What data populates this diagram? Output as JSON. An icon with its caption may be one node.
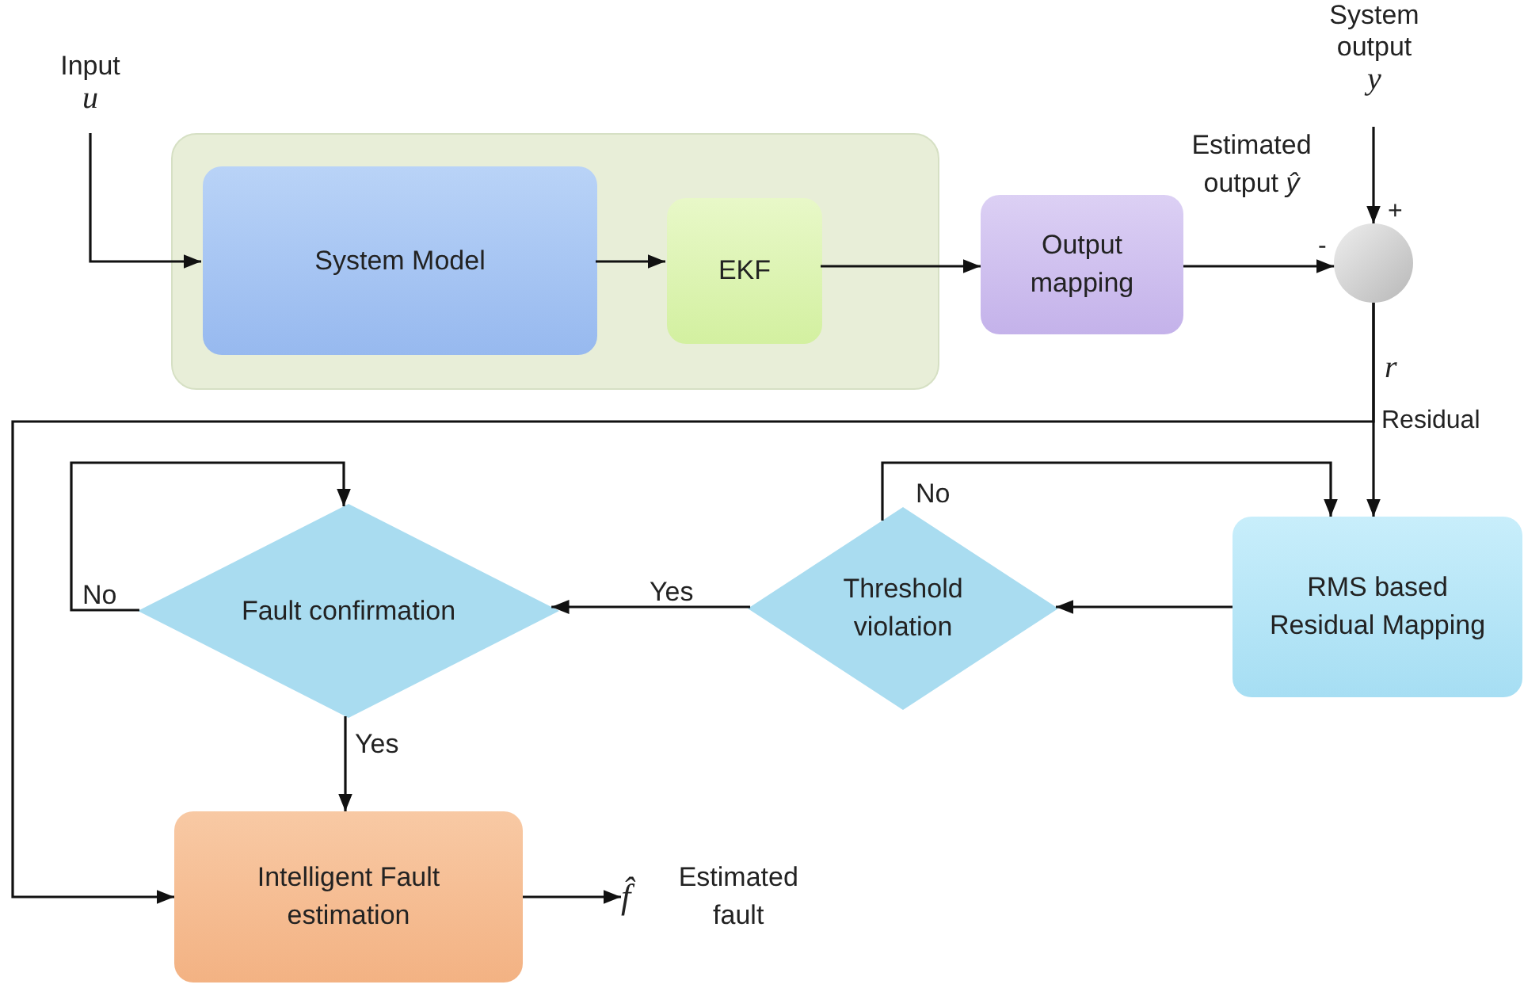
{
  "diagram": {
    "nodes": [
      {
        "text": [
          "Input",
          "u"
        ]
      },
      {
        "text": [],
        "shape": "box"
      },
      {
        "text": [
          "System Model"
        ],
        "in": 1
      },
      {
        "text": [
          "EKF"
        ],
        "in": 1
      },
      {
        "text": [
          "Output mapping"
        ]
      },
      {
        "text": [
          "System output",
          "y"
        ]
      },
      {
        "text": [],
        "shape": "circle"
      },
      {
        "text": [
          "RMS based Residual Mapping"
        ]
      },
      {
        "text": [
          "Threshold violation"
        ]
      },
      {
        "text": [
          "Fault confirmation"
        ]
      },
      {
        "text": [
          "Intelligent Fault estimation"
        ]
      },
      {
        "text": [
          "f̂",
          "Estimated fault"
        ]
      }
    ],
    "edges": [
      {
        "from": 0,
        "to": 2,
        "arrow": "to"
      },
      {
        "from": 2,
        "to": 3,
        "arrow": "to"
      },
      {
        "from": 3,
        "to": 4,
        "arrow": "to"
      },
      {
        "from": 4,
        "to": 6,
        "arrow": "to",
        "label": "Estimated output *ŷ*"
      },
      {
        "from": 5,
        "to": 6,
        "arrow": "to"
      },
      {
        "from": 6,
        "to": 7,
        "arrow": "to",
        "label": "r"
      },
      {
        "from": 6,
        "to": 10,
        "arrow": "to"
      },
      {
        "from": 7,
        "to": 8,
        "arrow": "to"
      },
      {
        "from": 8,
        "to": 7,
        "arrow": "to",
        "label": "No"
      },
      {
        "from": 8,
        "to": 9,
        "arrow": "to",
        "label": "Yes"
      },
      {
        "from": 9,
        "to": 9,
        "arrow": "to",
        "label": "No"
      },
      {
        "from": 9,
        "to": 10,
        "arrow": "to",
        "label": "Yes"
      },
      {
        "from": 10,
        "to": 11,
        "arrow": "to"
      }
    ],
    "labels": [
      "+",
      "-",
      "Residual"
    ]
  }
}
